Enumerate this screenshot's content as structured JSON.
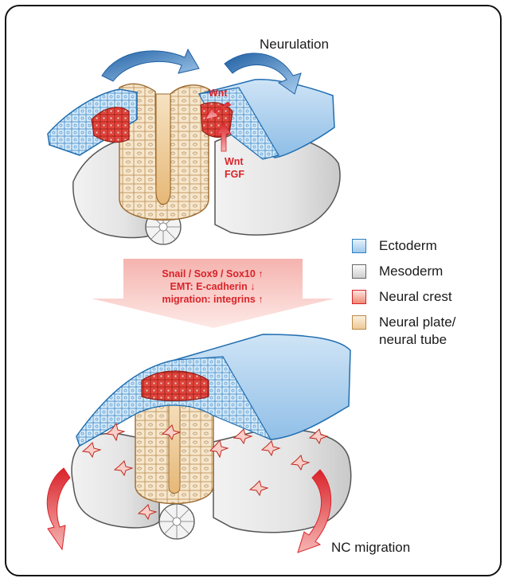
{
  "labels": {
    "neurulation": "Neurulation",
    "nc_migration": "NC migration",
    "wnt_top": "Wnt",
    "wnt_bottom": "Wnt",
    "fgf": "FGF"
  },
  "arrow_text": {
    "line1": "Snail / Sox9 / Sox10 ↑",
    "line2": "EMT: E-cadherin ↓",
    "line3": "migration: integrins ↑"
  },
  "legend": [
    {
      "label": "Ectoderm",
      "color": "#9fc8ec"
    },
    {
      "label": "Mesoderm",
      "color": "#d9d9d9"
    },
    {
      "label": "Neural crest",
      "color": "#f08a73"
    },
    {
      "label": "Neural plate/\nneural tube",
      "color": "#eec996"
    }
  ],
  "colors": {
    "ectoderm": "#9fc8ec",
    "ectoderm_dark": "#2f7fc1",
    "mesoderm": "#e6e6e6",
    "neural_crest": "#e8453c",
    "neural_tube": "#eec996",
    "signal_red": "#d9232a"
  }
}
